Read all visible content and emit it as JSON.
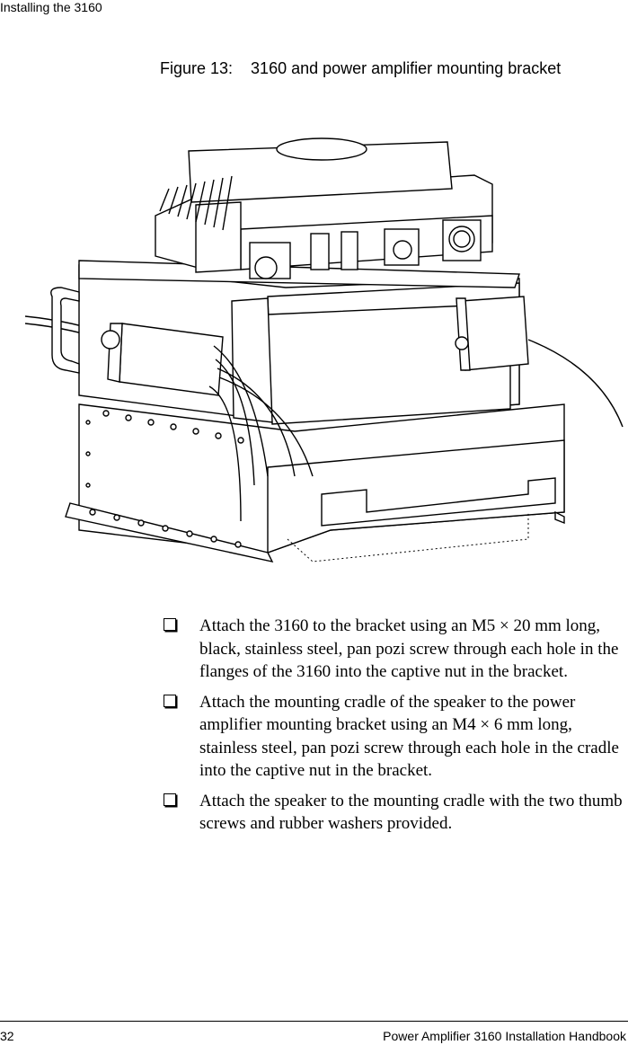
{
  "header": {
    "text": "Installing the 3160"
  },
  "figure": {
    "caption": "Figure 13:    3160 and power amplifier mounting bracket"
  },
  "steps": [
    {
      "text": "Attach the 3160 to the bracket using an M5 × 20 mm long, black, stainless steel, pan pozi screw through each hole in the flanges of the 3160 into the captive nut in the bracket."
    },
    {
      "text": "Attach the mounting cradle of the speaker to the power amplifier mounting bracket using an M4 × 6 mm long, stainless steel, pan pozi screw through each hole in the cradle into the captive nut in the bracket."
    },
    {
      "text": "Attach the speaker to the mounting cradle with the two thumb screws and rubber washers provided."
    }
  ],
  "footer": {
    "page_number": "32",
    "title": "Power Amplifier 3160 Installation Handbook"
  }
}
